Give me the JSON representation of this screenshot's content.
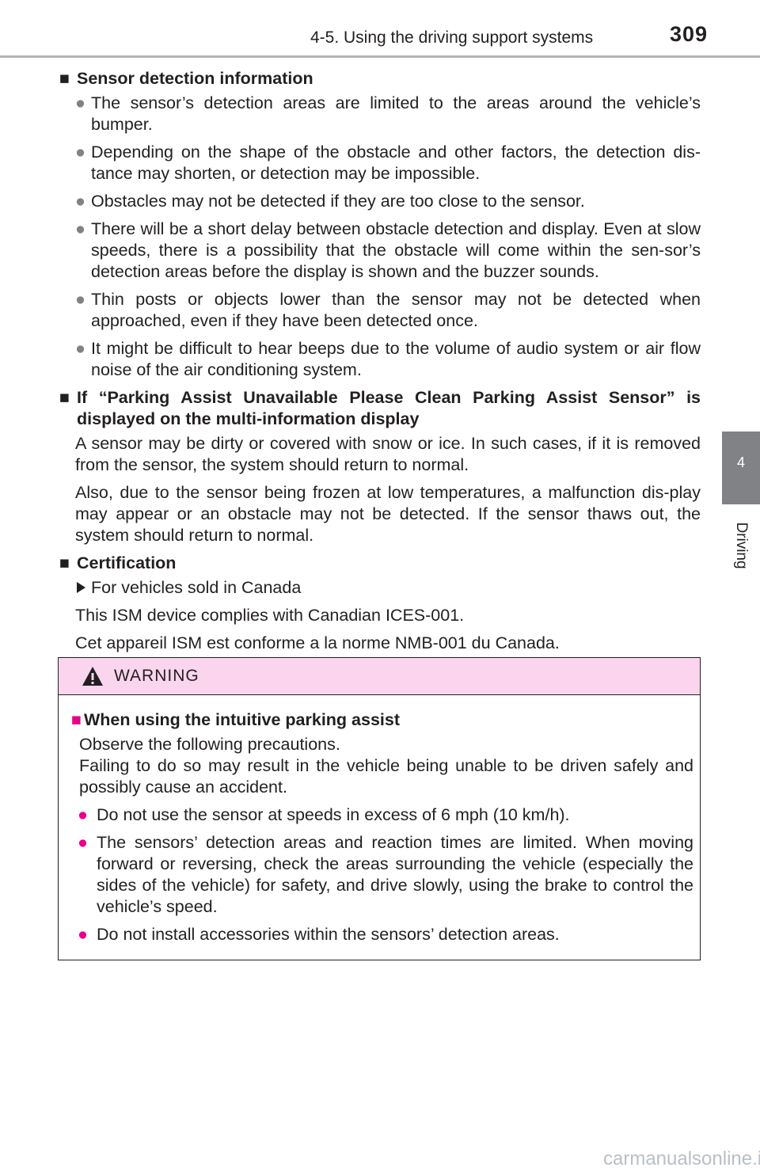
{
  "header": {
    "section": "4-5. Using the driving support systems",
    "page_number": "309"
  },
  "side_tab": {
    "number": "4",
    "label": "Driving"
  },
  "sections": {
    "sensor": {
      "title": "Sensor detection information",
      "bullets": [
        "The sensor’s detection areas are limited to the areas around the vehicle’s bumper.",
        "Depending on the shape of the obstacle and other factors, the detection dis-tance may shorten, or detection may be impossible.",
        "Obstacles may not be detected if they are too close to the sensor.",
        "There will be a short delay between obstacle detection and display. Even at slow speeds, there is a possibility that the obstacle will come within the sen-sor’s detection areas before the display is shown and the buzzer sounds.",
        "Thin posts or objects lower than the sensor may not be detected when approached, even if they have been detected once.",
        "It might be difficult to hear beeps due to the volume of audio system or air flow noise of the air conditioning system."
      ]
    },
    "unavailable": {
      "title": "If “Parking Assist Unavailable Please Clean Parking Assist Sensor” is displayed on the multi-information display",
      "paragraphs": [
        "A sensor may be dirty or covered with snow or ice. In such cases, if it is removed from the sensor, the system should return to normal.",
        "Also, due to the sensor being frozen at low temperatures, a malfunction dis-play may appear or an obstacle may not be detected. If the sensor thaws out, the system should return to normal."
      ]
    },
    "certification": {
      "title": "Certification",
      "arrow_item": "For vehicles sold in Canada",
      "paragraphs": [
        "This ISM device complies with Canadian ICES-001.",
        "Cet appareil ISM est conforme a la norme NMB-001 du Canada."
      ]
    }
  },
  "warning": {
    "title": "WARNING",
    "heading": "When using the intuitive parking assist",
    "intro_line1": "Observe the following precautions.",
    "intro_line2": "Failing to do so may result in the vehicle being unable to be driven safely and possibly cause an accident.",
    "bullets": [
      "Do not use the sensor at speeds in excess of 6 mph (10 km/h).",
      "The sensors’ detection areas and reaction times are limited. When moving forward or reversing, check the areas surrounding the vehicle (especially the sides of the vehicle) for safety, and drive slowly, using the brake to control the vehicle’s speed.",
      "Do not install accessories within the sensors’ detection areas."
    ]
  },
  "watermark": "carmanualsonline.info",
  "colors": {
    "warning_header_bg": "#fbd5ee",
    "warning_accent": "#e6008a",
    "bullet_gray": "#808285",
    "tab_gray": "#808285"
  }
}
